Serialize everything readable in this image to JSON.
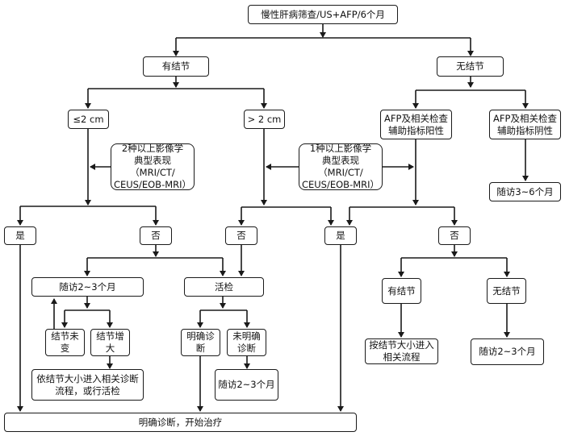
{
  "nodes": {
    "screening": "慢性肝病筛查/US+AFP/6个月",
    "has_nodule": "有结节",
    "no_nodule": "无结节",
    "le2cm": "≤2 cm",
    "gt2cm": "> 2 cm",
    "afp_positive": "AFP及相关检查\n辅助指标阳性",
    "afp_negative": "AFP及相关检查\n辅助指标阴性",
    "followup_3_6": "随访3~6个月",
    "imaging_2plus": "2种以上影像学\n典型表现（MRI/CT/\nCEUS/EOB-MRI）",
    "imaging_1plus": "1种以上影像学\n典型表现（MRI/CT/\nCEUS/EOB-MRI）",
    "yes_left": "是",
    "no_left": "否",
    "no_mid": "否",
    "yes_mid": "是",
    "no_right": "否",
    "followup_2_3_a": "随访2~3个月",
    "biopsy": "活检",
    "nodule_unchanged": "结节未变",
    "nodule_enlarged": "结节增大",
    "by_size_or_biopsy": "依结节大小进入相关诊断\n流程，或行活检",
    "definite_dx": "明确诊断",
    "indefinite_dx": "未明确\n诊断",
    "followup_2_3_b": "随访2~3个月",
    "right_has_nodule": "有结节",
    "right_no_nodule": "无结节",
    "by_size_flow": "按结节大小进入\n相关流程",
    "followup_2_3_c": "随访2~3个月",
    "final": "明确诊断，开始治疗"
  }
}
